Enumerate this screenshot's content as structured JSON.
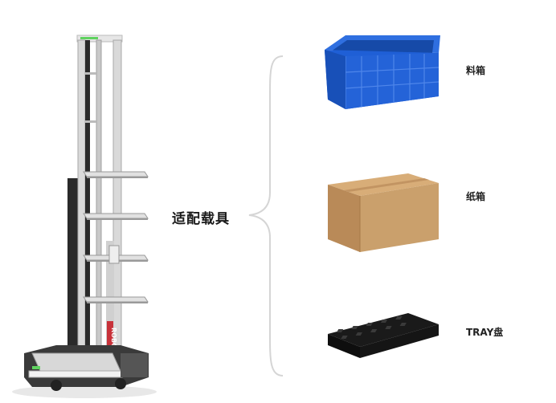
{
  "main_label": "适配载具",
  "robot_side_text": "ROBOT",
  "items": [
    {
      "label": "料箱",
      "icon": "blue-plastic-bin-icon"
    },
    {
      "label": "纸箱",
      "icon": "cardboard-box-icon"
    },
    {
      "label": "TRAY盘",
      "icon": "black-tray-icon"
    }
  ],
  "colors": {
    "bin_blue": "#1f5fd6",
    "cardboard": "#c89b68",
    "tray": "#141414",
    "robot_accent": "#c8323a",
    "indicator_green": "#5fd35f"
  }
}
